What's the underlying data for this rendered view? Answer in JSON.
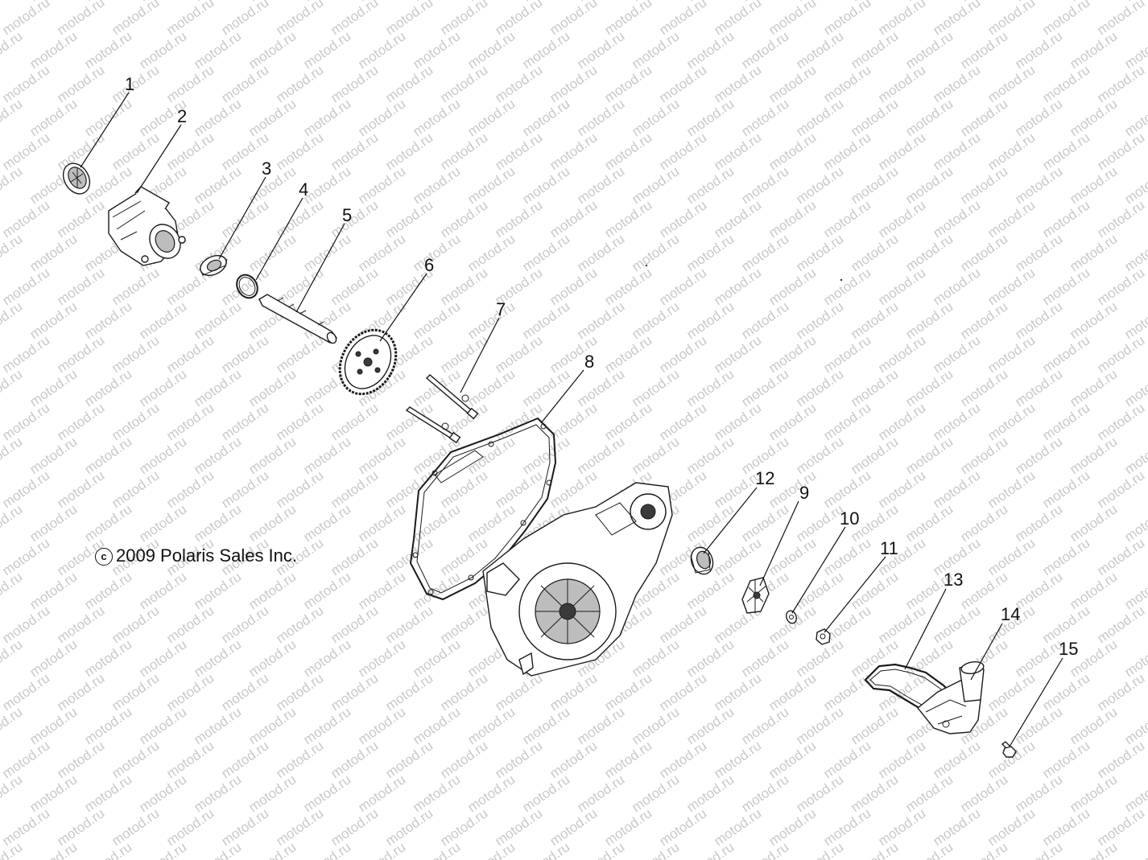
{
  "watermark": {
    "text": "motod.ru"
  },
  "copyright": {
    "symbol": "c",
    "text": "2009 Polaris Sales Inc."
  },
  "callouts": [
    {
      "id": "1",
      "label": "1"
    },
    {
      "id": "2",
      "label": "2"
    },
    {
      "id": "3",
      "label": "3"
    },
    {
      "id": "4",
      "label": "4"
    },
    {
      "id": "5",
      "label": "5"
    },
    {
      "id": "6",
      "label": "6"
    },
    {
      "id": "7",
      "label": "7"
    },
    {
      "id": "8",
      "label": "8"
    },
    {
      "id": "9",
      "label": "9"
    },
    {
      "id": "10",
      "label": "10"
    },
    {
      "id": "11",
      "label": "11"
    },
    {
      "id": "12",
      "label": "12"
    },
    {
      "id": "13",
      "label": "13"
    },
    {
      "id": "14",
      "label": "14"
    },
    {
      "id": "15",
      "label": "15"
    }
  ]
}
